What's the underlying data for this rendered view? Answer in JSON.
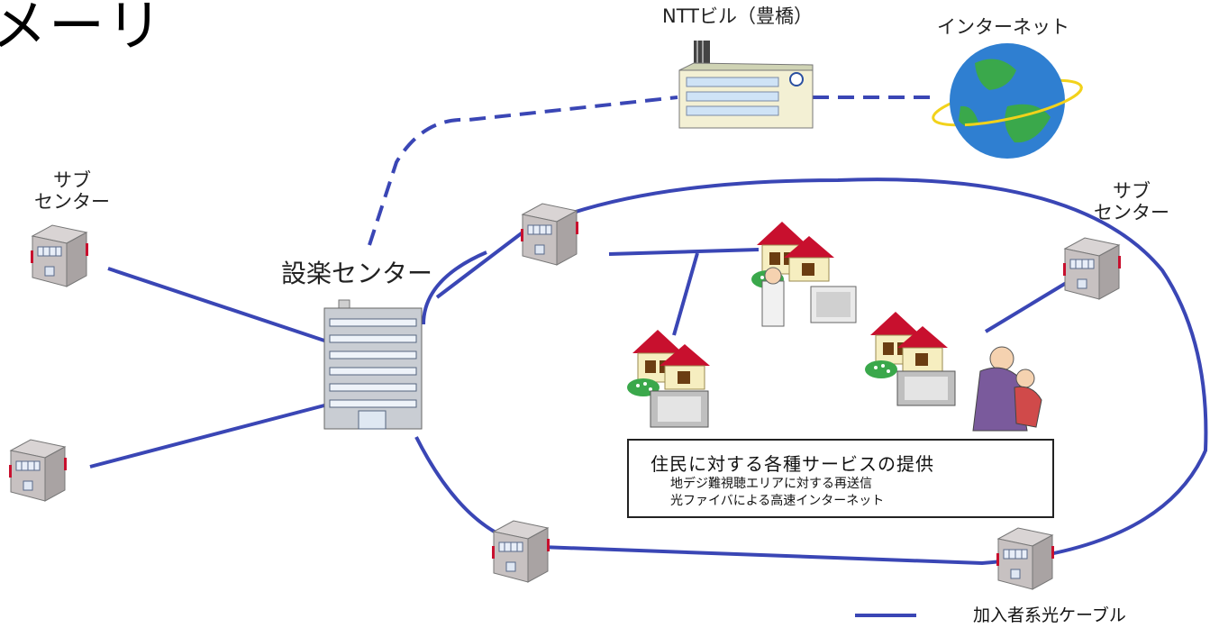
{
  "corner_text": "メーリ",
  "labels": {
    "ntt_building": "NTTビル（豊橋）",
    "internet": "インターネット",
    "setsuraku_center": "設楽センター",
    "sub_center_left_line1": "サブ",
    "sub_center_left_line2": "センター",
    "sub_center_right_line1": "サブ",
    "sub_center_right_line2": "センター"
  },
  "services": {
    "title": "住民に対する各種サービスの提供",
    "items": [
      "地デジ難視聴エリアに対する再送信",
      "光ファイバによる高速インターネット"
    ]
  },
  "legend": {
    "label": "加入者系光ケーブル"
  },
  "colors": {
    "cable": "#3a46b5",
    "building_body": "#b9b3b3",
    "roof": "#c8102e",
    "globe_ocean": "#2f7fd1",
    "globe_land": "#3aa84b",
    "orbit": "#f2d21b"
  }
}
